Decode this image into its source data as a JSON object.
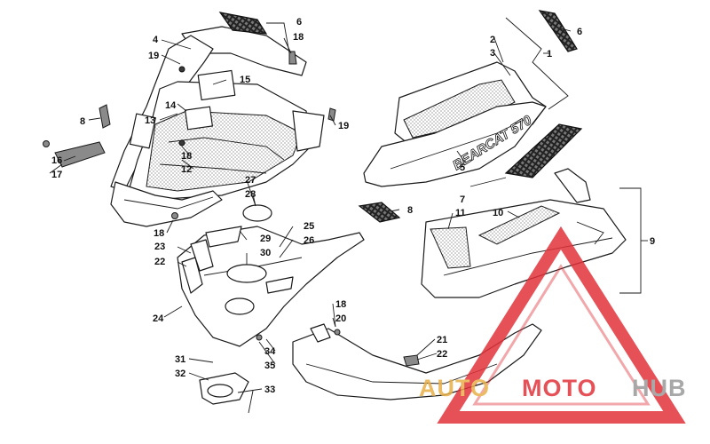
{
  "diagram": {
    "decal_text": "BEARCAT 570",
    "callouts": [
      "1",
      "2",
      "3",
      "4",
      "5",
      "6",
      "6",
      "7",
      "8",
      "8",
      "9",
      "10",
      "11",
      "12",
      "13",
      "14",
      "15",
      "16",
      "17",
      "18",
      "18",
      "18",
      "18",
      "19",
      "19",
      "20",
      "21",
      "22",
      "22",
      "23",
      "24",
      "25",
      "26",
      "27",
      "28",
      "29",
      "30",
      "31",
      "32",
      "33",
      "34",
      "35"
    ]
  },
  "watermark": {
    "part1": "AUTO",
    "part2": "MOTO",
    "part3": "HUB",
    "colors": {
      "gold": "#e8b04a",
      "red": "#e2323a",
      "grey": "#9a9a9a"
    }
  }
}
